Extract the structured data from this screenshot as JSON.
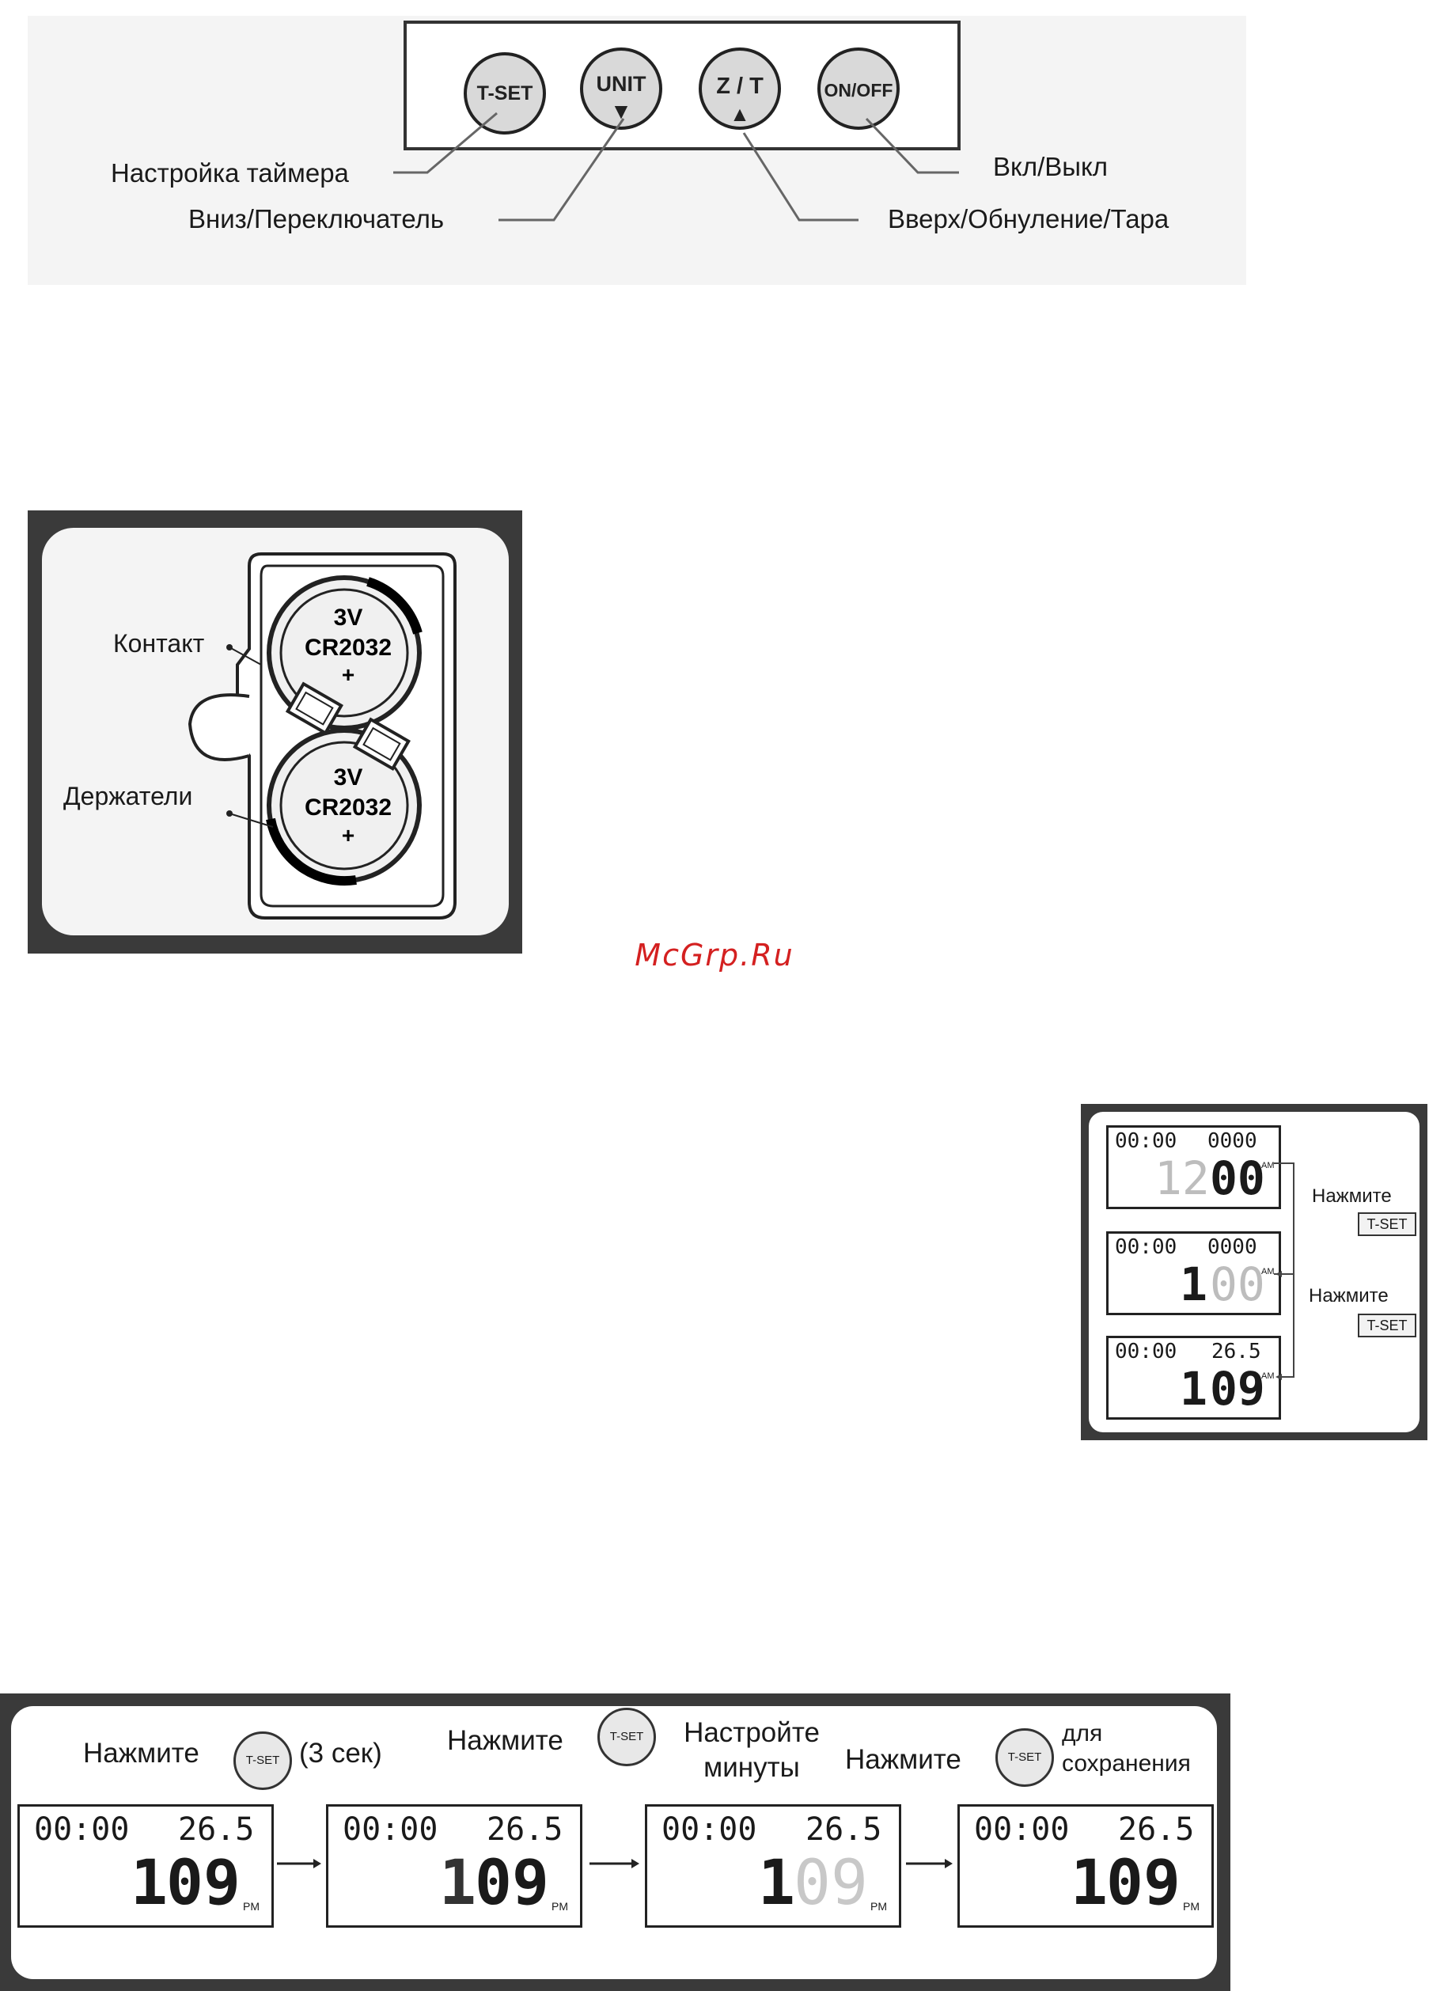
{
  "panel": {
    "buttons": [
      {
        "id": "tset",
        "label": "T-SET",
        "arrow": ""
      },
      {
        "id": "unit",
        "label": "UNIT",
        "arrow": "▼"
      },
      {
        "id": "zt",
        "label": "Z / T",
        "arrow": "▲"
      },
      {
        "id": "onoff",
        "label": "ON/OFF",
        "arrow": ""
      }
    ],
    "callouts": {
      "tset": "Настройка таймера",
      "unit": "Вниз/Переключатель",
      "zt": "Вверх/Обнуление/Тара",
      "onoff": "Вкл/Выкл"
    }
  },
  "battery": {
    "cells": [
      {
        "voltage": "3V",
        "model": "CR2032",
        "polarity": "+"
      },
      {
        "voltage": "3V",
        "model": "CR2032",
        "polarity": "+"
      }
    ],
    "labels": {
      "contact": "Контакт",
      "holders": "Держатели"
    }
  },
  "watermark": "McGrp.Ru",
  "clock_setup": {
    "press": "Нажмите",
    "button_label": "T-SET",
    "screens": [
      {
        "timer": "00:00",
        "reading": "0000",
        "hour": "12",
        "minutes": "00",
        "ampm": "AM"
      },
      {
        "timer": "00:00",
        "reading": "0000",
        "hour": "1",
        "minutes": "00",
        "ampm": "AM"
      },
      {
        "timer": "00:00",
        "reading": "26.5",
        "hour": "1",
        "minutes": "09",
        "ampm": "AM"
      }
    ]
  },
  "minute_setup": {
    "steps": [
      {
        "press": "Нажмите",
        "button": "T-SET",
        "note": "(3 сек)"
      },
      {
        "press": "Нажмите",
        "button": "T-SET",
        "note": "Настройте минуты"
      },
      {
        "press": "Нажмите",
        "button": "T-SET",
        "note": "для сохранения"
      }
    ],
    "screens": [
      {
        "timer": "00:00",
        "reading": "26.5",
        "hour": "1",
        "minutes": "09",
        "ampm": "PM"
      },
      {
        "timer": "00:00",
        "reading": "26.5",
        "hour": "1",
        "minutes": "09",
        "ampm": "PM"
      },
      {
        "timer": "00:00",
        "reading": "26.5",
        "hour": "1",
        "minutes": "09",
        "ampm": "PM"
      },
      {
        "timer": "00:00",
        "reading": "26.5",
        "hour": "1",
        "minutes": "09",
        "ampm": "PM"
      }
    ]
  }
}
